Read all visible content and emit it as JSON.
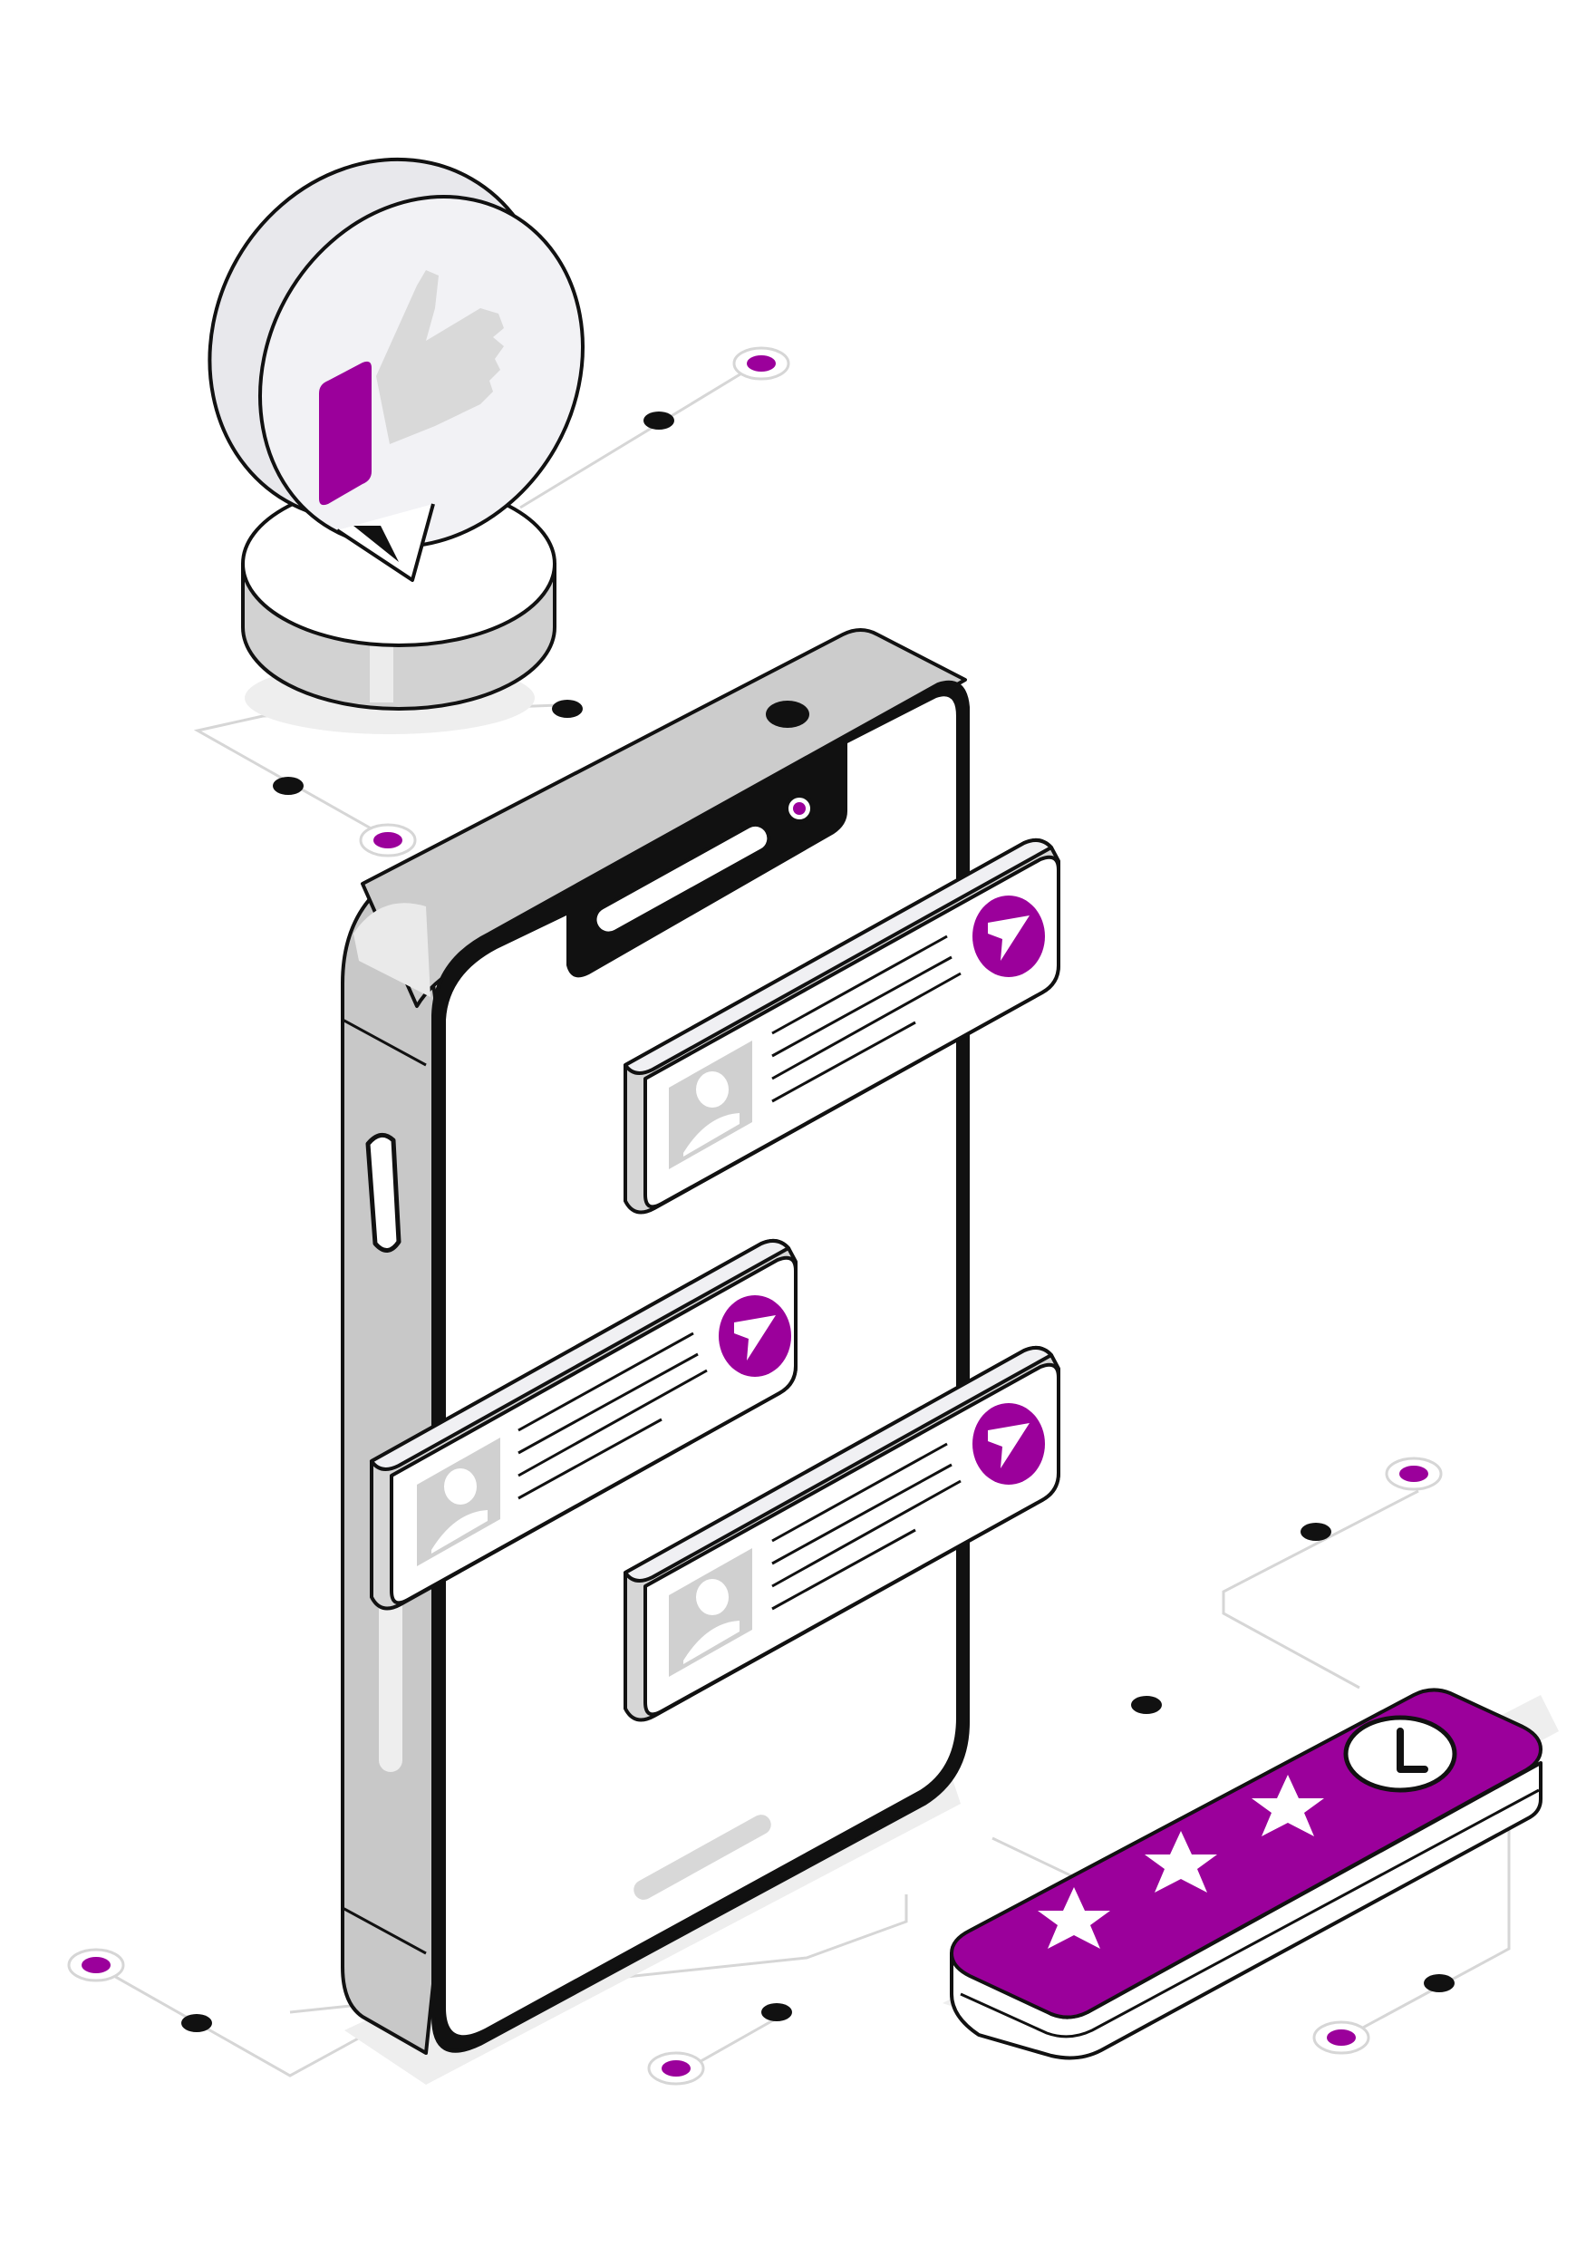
{
  "colors": {
    "accent": "#9b009b",
    "outline": "#111111",
    "screen": "#ffffff",
    "panel_light": "#f0f0f3",
    "panel_mid": "#d8d8d8",
    "panel_dark": "#c8c8c8",
    "connector": "#d6d6d6",
    "node_dark": "#111111"
  },
  "scene": {
    "phone": {
      "name": "smartphone"
    },
    "like_bubble": {
      "icon": "thumbs-up-icon"
    },
    "messages": [
      {
        "icon": "avatar-icon",
        "action_icon": "send-arrow-icon",
        "text_lines": 4
      },
      {
        "icon": "avatar-icon",
        "action_icon": "send-arrow-icon",
        "text_lines": 4
      },
      {
        "icon": "avatar-icon",
        "action_icon": "send-arrow-icon",
        "text_lines": 4
      }
    ],
    "rating": {
      "stars_filled": 3,
      "icon": "clock-icon"
    }
  }
}
